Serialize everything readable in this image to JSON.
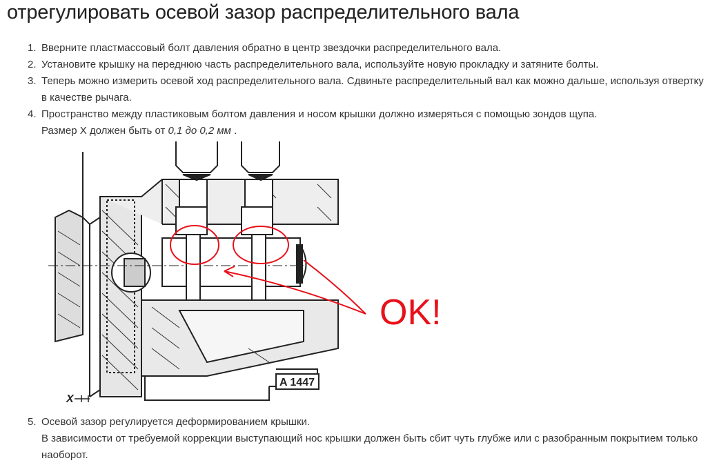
{
  "heading": "отрегулировать осевой зазор распределительного вала",
  "steps": [
    {
      "num": "1.",
      "text": "Вверните пластмассовый болт давления обратно в центр звездочки распределительного вала."
    },
    {
      "num": "2.",
      "text": "Установите крышку на переднюю часть распределительного вала, используйте новую прокладку и затяните болты."
    },
    {
      "num": "3.",
      "text": "Теперь можно измерить осевой ход распределительного вала. Сдвиньте распределительный вал как можно дальше, используя отвертку в качестве рычага."
    },
    {
      "num": "4.",
      "text": "Пространство между пластиковым болтом давления и носом крышки должно измеряться с помощью зондов щупа.",
      "sub_prefix": "Размер X должен быть от ",
      "sub_em": "0,1 до 0,2 мм",
      "sub_suffix": " ."
    }
  ],
  "figure": {
    "code_label": "A 1447",
    "x_label": "X",
    "handwritten": "OK!",
    "annotation_color": "#e8101a"
  },
  "steps_after": [
    {
      "num": "5.",
      "text": "Осевой зазор регулируется деформированием крышки.",
      "sub": "В зависимости от требуемой коррекции выступающий нос крышки должен быть сбит чуть глубже или с разобранным покрытием только наоборот."
    }
  ]
}
